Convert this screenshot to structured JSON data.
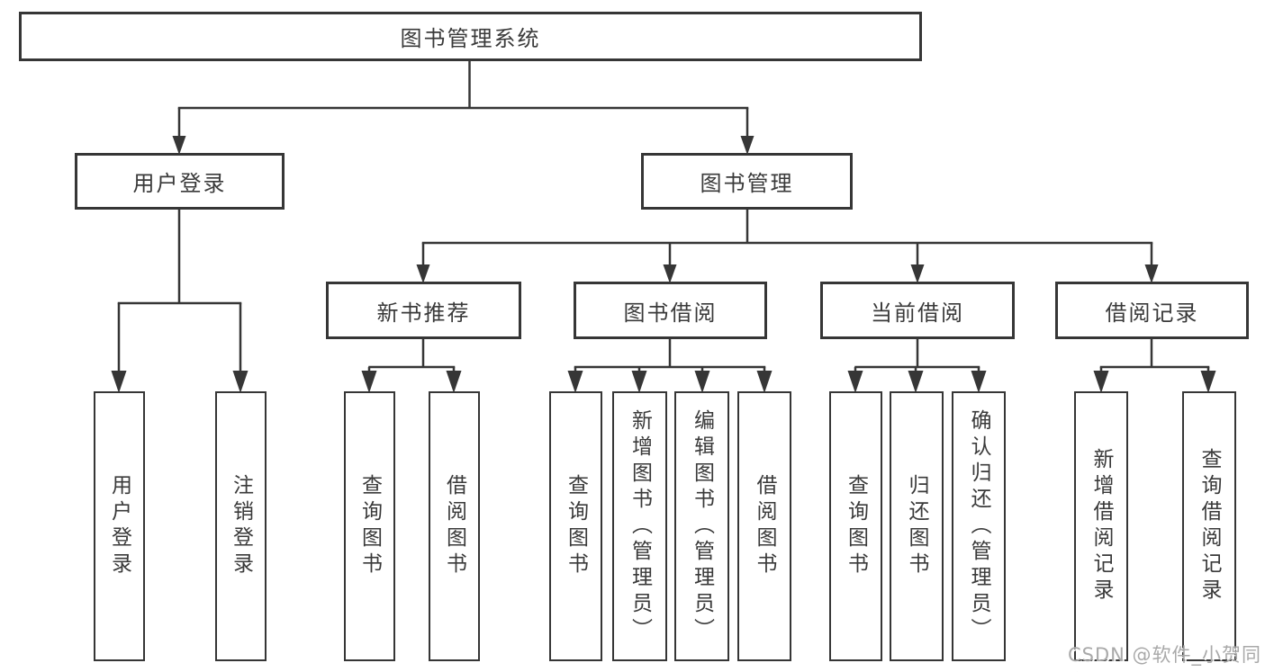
{
  "diagram": {
    "root": {
      "label": "图书管理系统"
    },
    "branches": {
      "user_login": {
        "label": "用户登录",
        "children": {
          "login": "用户登录",
          "logout": "注销登录"
        }
      },
      "book_management": {
        "label": "图书管理",
        "sections": {
          "new_book_recommend": {
            "label": "新书推荐",
            "children": {
              "query": "查询图书",
              "borrow": "借阅图书"
            }
          },
          "book_borrowing": {
            "label": "图书借阅",
            "children": {
              "query": "查询图书",
              "add": "新增图书（管理员）",
              "edit": "编辑图书（管理员）",
              "borrow": "借阅图书"
            }
          },
          "current_borrowing": {
            "label": "当前借阅",
            "children": {
              "query": "查询图书",
              "return_book": "归还图书",
              "confirm_return": "确认归还（管理员）"
            }
          },
          "borrowing_records": {
            "label": "借阅记录",
            "children": {
              "add_record": "新增借阅记录",
              "query_record": "查询借阅记录"
            }
          }
        }
      }
    }
  },
  "watermark": "CSDN @软件_小贺同学",
  "colors": {
    "line": "#363636",
    "text": "#3a3a3a",
    "watermark": "#a9a9a9"
  }
}
